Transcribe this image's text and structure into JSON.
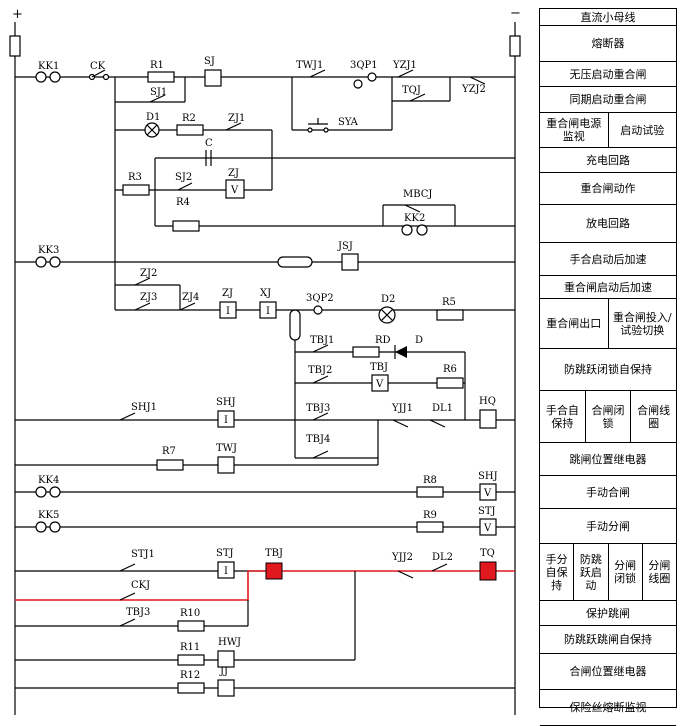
{
  "polarity": {
    "plus": "+",
    "minus": "−"
  },
  "labels": {
    "KK1": "KK1",
    "CK": "CK",
    "R1": "R1",
    "SJ": "SJ",
    "TWJ1": "TWJ1",
    "3QP1": "3QP1",
    "YZJ1": "YZJ1",
    "TQJ": "TQJ",
    "YZJ2": "YZJ2",
    "SJ1": "SJ1",
    "SYA": "SYA",
    "D1": "D1",
    "R2": "R2",
    "ZJ1": "ZJ1",
    "C": "C",
    "R3": "R3",
    "SJ2": "SJ2",
    "ZJ": "ZJ",
    "V": "V",
    "R4": "R4",
    "MBCJ": "MBCJ",
    "KK2": "KK2",
    "KK3": "KK3",
    "JSJ": "JSJ",
    "ZJ2": "ZJ2",
    "ZJ3": "ZJ3",
    "ZJ4": "ZJ4",
    "XJ": "XJ",
    "I": "I",
    "3QP2": "3QP2",
    "D2": "D2",
    "R5": "R5",
    "TBJ1": "TBJ1",
    "RD": "RD",
    "D": "D",
    "TBJ2": "TBJ2",
    "TBJ": "TBJ",
    "R6": "R6",
    "SHJ1": "SHJ1",
    "SHJ": "SHJ",
    "TBJ3": "TBJ3",
    "YJJ1": "YJJ1",
    "DL1": "DL1",
    "HQ": "HQ",
    "TBJ4": "TBJ4",
    "R7": "R7",
    "TWJ": "TWJ",
    "KK4": "KK4",
    "R8": "R8",
    "KK5": "KK5",
    "R9": "R9",
    "STJ": "STJ",
    "STJ1": "STJ1",
    "YJJ2": "YJJ2",
    "DL2": "DL2",
    "TQ": "TQ",
    "CKJ": "CKJ",
    "R10": "R10",
    "R11": "R11",
    "HWJ": "HWJ",
    "R12": "R12",
    "JJ": "JJ"
  },
  "side_table": [
    [
      "直流小母线"
    ],
    [
      "熔断器"
    ],
    [
      "无压启动重合闸"
    ],
    [
      "同期启动重合闸"
    ],
    [
      "重合闸电源监视",
      "启动试验"
    ],
    [
      "充电回路"
    ],
    [
      "重合闸动作"
    ],
    [
      "放电回路"
    ],
    [
      "手合启动后加速"
    ],
    [
      "重合闸启动后加速"
    ],
    [
      "重合闸出口",
      "重合闸投入/试验切换"
    ],
    [
      "防跳跃闭锁自保持"
    ],
    [
      "手合自保持",
      "合闸闭锁",
      "合闸线圈"
    ],
    [
      "跳闸位置继电器"
    ],
    [
      "手动合闸"
    ],
    [
      "手动分闸"
    ],
    [
      "手分自保持",
      "防跳跃启动",
      "分闸闭锁",
      "分闸线圈"
    ],
    [
      "保护跳闸"
    ],
    [
      "防跳跃跳闸自保持"
    ],
    [
      "合闸位置继电器"
    ],
    [
      "保险丝熔断监视"
    ]
  ]
}
